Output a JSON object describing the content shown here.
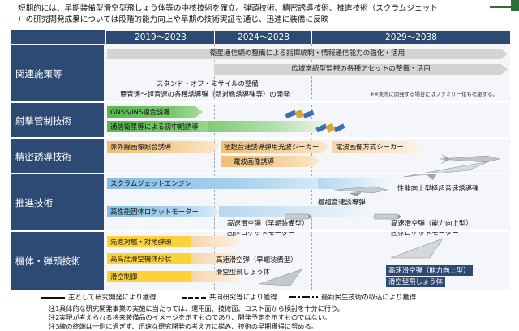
{
  "intro": {
    "line1": "短期的には、早期装備型滑空型飛しょう体等の中核技術を確立。弾頭技術、精密誘導技術、推進技術（スクラムジェット",
    "line2": "）の研究開発成果については段階的能力向上や早期の技術実証を通じ、迅速に装備に反映"
  },
  "header": {
    "years": [
      "2019〜2023",
      "2024〜2028",
      "2029〜2038"
    ]
  },
  "rows": {
    "related": {
      "label": "関連施策等",
      "bar1": "衛星通信網の整備による指揮統制・情報通信能力の強化・活用",
      "bar2": "広域常続型監視の各種アセットの整備・活用",
      "standoff1": "スタンド・オフ・ミサイルの整備",
      "standoff2": "亜音速〜超音速の各種誘導弾（新対艦誘導弾等）の開発",
      "family_note": "※※実際に開発する場合にはファミリー化も考慮する。"
    },
    "fire_control": {
      "label": "射撃管制技術",
      "arrow1": "GNSS/INS複合誘導",
      "arrow2": "通信衛星等による初中期誘導"
    },
    "precision": {
      "label": "精密誘導技術",
      "arrow1": "赤外線画像照合誘導",
      "arrow2": "極超音速誘導弾用光波シーカー",
      "arrow3": "電波画像方式シーカー",
      "arrow4": "電波画像誘導"
    },
    "propulsion": {
      "label": "推進技術",
      "arrow1": "スクラムジェットエンジン",
      "arrow2": "高性能固体ロケットモーター",
      "item1": "極超音速誘導弾",
      "item2": "性能向上型極超音速誘導弾",
      "item3a": "高速滑空弾（早期装備型）",
      "item3b": "固体ロケットモーター",
      "item4a": "高速滑空弾（能力向上型）",
      "item4b": "固体ロケットモーター"
    },
    "airframe": {
      "label": "機体・弾頭技術",
      "box1": "先進対艦・対地弾頭",
      "box2": "高高度滑空機体形状",
      "box3": "滑空制御",
      "item1": "高速滑空弾（早期装備型）",
      "item2": "滑空型飛しょう体",
      "item3": "高速滑空弾（能力向上型）",
      "item4": "滑空型飛しょう体"
    }
  },
  "legend": {
    "solid": "主として研究開発により獲得",
    "dash": "共同研究等により獲得",
    "dashdot": "最新民生技術の取込により獲得"
  },
  "notes": [
    {
      "num": "注1",
      "text": "具体的な研究開発事業の実施に当たっては、運用面、技術面、コスト面から検討を十分に行う。"
    },
    {
      "num": "注2",
      "text": "実現が考えられる将来装備品のイメージを示すものであり、開発予定を示すものではない。"
    },
    {
      "num": "注3",
      "text": "線の終端は一例に過ぎず、迅速な研究開発の考え方に鑑み、技術の早期獲得に努める。"
    }
  ],
  "colors": {
    "navy": "#2c4a73",
    "green": "#58b850",
    "blue": "#86bde3",
    "orange": "#f0bf78",
    "yellow": "#fbd23c"
  }
}
